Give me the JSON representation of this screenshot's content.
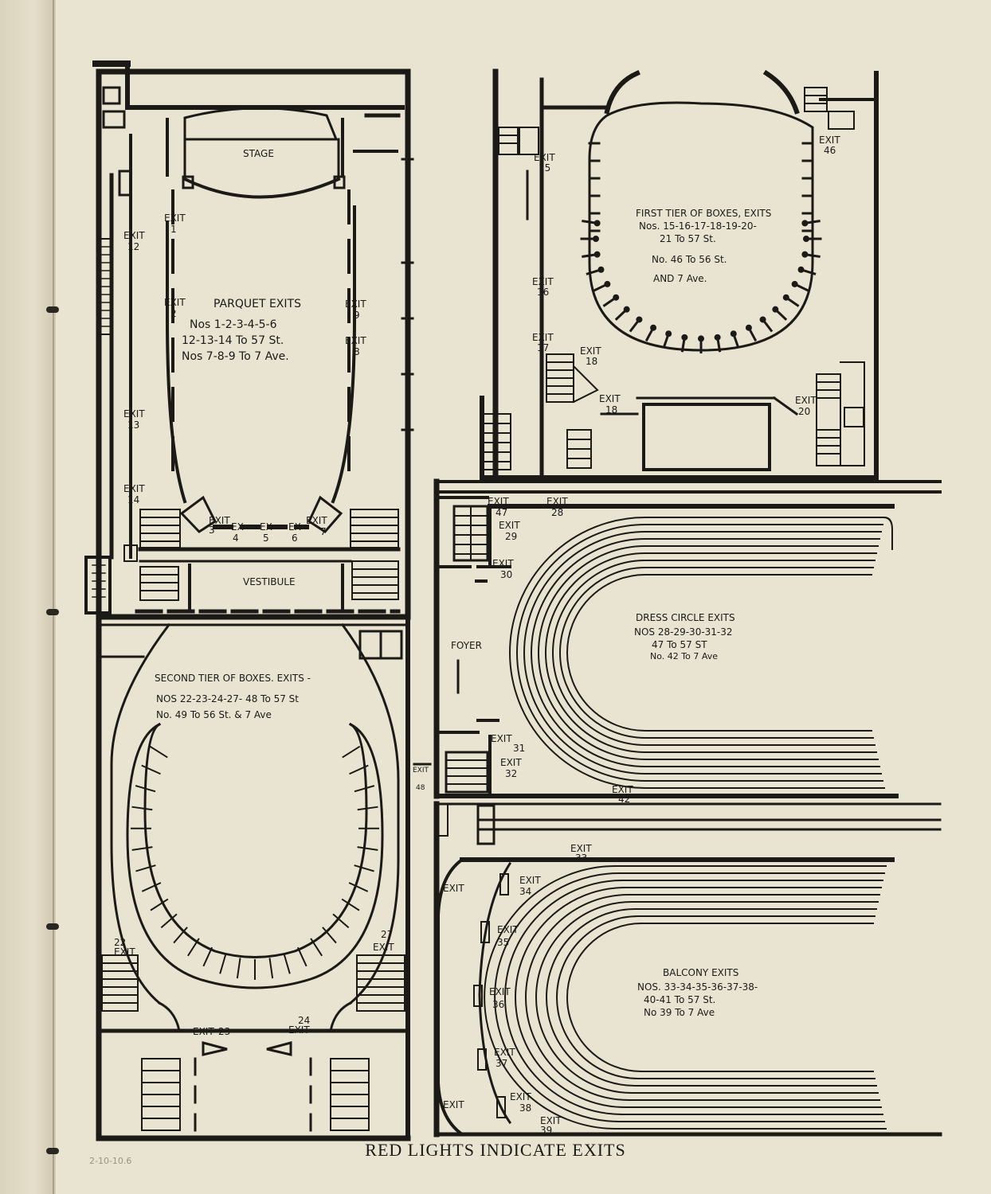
{
  "caption": "RED LIGHTS INDICATE EXITS",
  "pencil_note": "2-10-10.6",
  "parquet": {
    "stage": "STAGE",
    "title": "PARQUET EXITS",
    "line1": "Nos 1-2-3-4-5-6",
    "line2": "12-13-14 To 57 St.",
    "line3": "Nos 7-8-9 To 7 Ave.",
    "vestibule": "VESTIBULE",
    "exit_word": "EXIT",
    "ex_word": "EX",
    "exits": [
      "1",
      "2",
      "3",
      "4",
      "5",
      "6",
      "7",
      "8",
      "9",
      "12",
      "13",
      "14"
    ]
  },
  "first_tier": {
    "title": "FIRST TIER OF BOXES, EXITS",
    "line1": "Nos. 15-16-17-18-19-20-",
    "line2": "21 To 57 St.",
    "line3": "No. 46 To 56 St.",
    "line4": "AND 7 Ave.",
    "exits": [
      "15",
      "16",
      "17",
      "18",
      "18",
      "20",
      "46"
    ]
  },
  "second_tier": {
    "title": "SECOND TIER OF BOXES. EXITS -",
    "line1": "NOS 22-23-24-27- 48 To 57 St",
    "line2": "No. 49 To 56 St. & 7 Ave",
    "exits": [
      "22",
      "23",
      "24",
      "27",
      "48"
    ]
  },
  "dress_circle": {
    "title": "DRESS CIRCLE EXITS",
    "line1": "NOS 28-29-30-31-32",
    "line2": "47 To 57 ST",
    "line3": "No. 42 To 7 Ave",
    "foyer": "FOYER",
    "exits": [
      "47",
      "28",
      "29",
      "30",
      "31",
      "32",
      "42"
    ]
  },
  "balcony": {
    "title": "BALCONY EXITS",
    "line1": "NOS. 33-34-35-36-37-38-",
    "line2": "40-41 To 57 St.",
    "line3": "No 39 To 7 Ave",
    "exits": [
      "33",
      "34",
      "35",
      "36",
      "37",
      "38",
      "39"
    ]
  }
}
